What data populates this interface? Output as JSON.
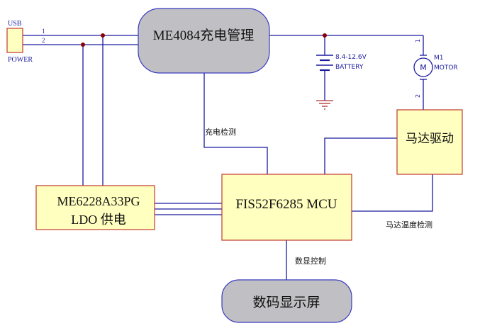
{
  "usb": {
    "top_label": "USB",
    "bottom_label": "POWER",
    "pin1": "1",
    "pin2": "2"
  },
  "charger": {
    "label": "ME4084充电管理"
  },
  "battery": {
    "voltage": "8.4-12.6V",
    "label": "BATTERY"
  },
  "motor": {
    "ref": "M1",
    "label": "MOTOR",
    "pin1": "1",
    "pin2": "2",
    "symbol": "M"
  },
  "motor_driver": {
    "label": "马达驱动"
  },
  "ldo": {
    "line1": "ME6228A33PG",
    "line2": "LDO 供电"
  },
  "mcu": {
    "label": "FIS52F6285 MCU"
  },
  "display": {
    "label": "数码显示屏"
  },
  "signals": {
    "charge_detect": "充电检测",
    "motor_temp_detect": "马达温度检测",
    "display_control": "数显控制"
  },
  "colors": {
    "block_yellow": "#ffffc0",
    "block_border": "#c0392b",
    "rounded_gray": "#c0c0c4",
    "rounded_border": "#3a3ac0",
    "wire": "#1a1aa0",
    "junction": "#8b0000",
    "ground": "#b03030"
  }
}
